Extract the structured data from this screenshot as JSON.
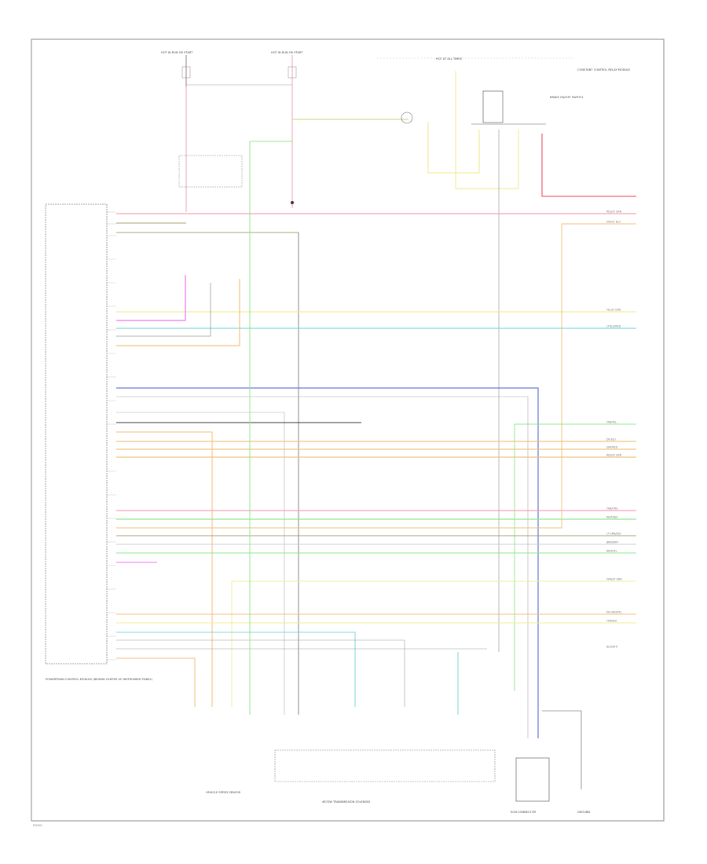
{
  "diagram": {
    "footer_code": "P40501",
    "blocks": {
      "pcm": "POWERTRAIN CONTROL MODULE (BEHIND CENTER OF INSTRUMENT PANEL)",
      "sensor": "VEHICLE SPEED SENSOR",
      "solenoid": "4R70W TRANSMISSION SOLENOID",
      "ecm_connector": "ECM CONNECTOR",
      "ground": "GROUND",
      "fuse_top_left": "HOT IN RUN OR START",
      "fuse_top_mid": "HOT IN RUN OR START",
      "fuse_top_right": "HOT AT ALL TIMES",
      "relay": "CONSTANT CONTROL RELAY MODULE",
      "switch_right": "BRAKE ON/OFF SWITCH"
    },
    "pin_labels": {
      "wire_colors": [
        "RED/LT GRN",
        "GRY/LT BLU",
        "YEL/LT GRN",
        "LT BLU/RED",
        "TAN/YEL",
        "DK BLU",
        "GRY/RED",
        "RED/LT GRN",
        "TAN/ORG",
        "WHT/BLK",
        "LT GRN/BLK",
        "BRN/WHT",
        "BRN/YEL",
        "ORG/LT GRN",
        "DK GRN/YEL",
        "TAN/BLK",
        "BLK/WHT"
      ]
    },
    "wires": [
      {
        "name": "pink",
        "color": "#f5a0b4"
      },
      {
        "name": "yellow",
        "color": "#f0ee9a"
      },
      {
        "name": "cyan",
        "color": "#7fd8d8"
      },
      {
        "name": "blue",
        "color": "#6a7cd6"
      },
      {
        "name": "orange",
        "color": "#f2c27e"
      },
      {
        "name": "green",
        "color": "#90e890"
      },
      {
        "name": "magenta",
        "color": "#f070f0"
      },
      {
        "name": "gray",
        "color": "#9a9a9a"
      },
      {
        "name": "olive",
        "color": "#a8a070"
      },
      {
        "name": "dark",
        "color": "#333333"
      },
      {
        "name": "red",
        "color": "#f06070"
      }
    ]
  }
}
